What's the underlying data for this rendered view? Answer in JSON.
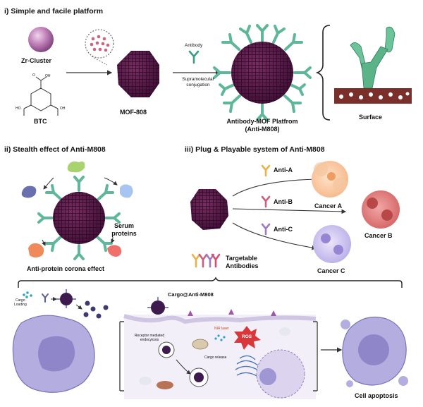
{
  "panel1": {
    "title": "i) Simple and facile platform",
    "zr_cluster": "Zr-Cluster",
    "btc": "BTC",
    "btc_oh_top": "OH",
    "btc_ho_left": "HO",
    "btc_oh_right": "OH",
    "btc_o": "O",
    "mof": "MOF-808",
    "antibody": "Antibody",
    "conjugation_line1": "Supramolecular",
    "conjugation_line2": "conjugation",
    "platform_line1": "Antibody-MOF Platfrom",
    "platform_line2": "(Anti-M808)",
    "surface": "Surface"
  },
  "panel2": {
    "title": "ii) Stealth effect of Anti-M808",
    "serum_line1": "Serum",
    "serum_line2": "proteins",
    "caption": "Anti-protein corona effect"
  },
  "panel3": {
    "title": "iii) Plug & Playable system of Anti-M808",
    "anti_a": "Anti-A",
    "anti_b": "Anti-B",
    "anti_c": "Anti-C",
    "cancer_a": "Cancer A",
    "cancer_b": "Cancer B",
    "cancer_c": "Cancer C",
    "targetable_line1": "Targetable",
    "targetable_line2": "Antibodies"
  },
  "panel4": {
    "cargo_loading_line1": "Cargo",
    "cargo_loading_line2": "Loading",
    "cargo_at": "Cargo@Anti-M808",
    "receptor_line1": "Receptor mediated",
    "receptor_line2": "endocytosis",
    "nir_laser": "NIR laser",
    "ros": "ROS",
    "cargo_release": "Cargo release",
    "apoptosis": "Cell apoptosis"
  }
}
